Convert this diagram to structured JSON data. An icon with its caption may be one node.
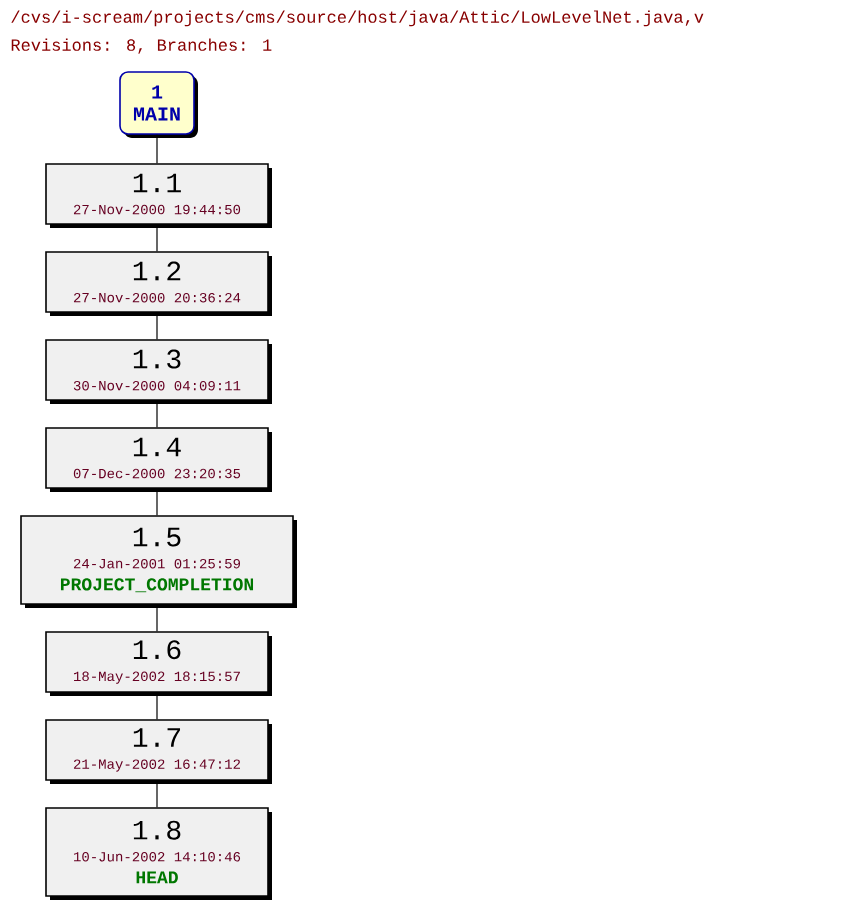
{
  "diagram": {
    "title": "/cvs/i-scream/projects/cms/source/host/java/Attic/LowLevelNet.java,v",
    "caption": "Revisions: 8, Branches: 1",
    "nodes": [
      {
        "text": [
          "1",
          "MAIN"
        ]
      },
      {
        "text": [
          "1.1",
          "27-Nov-2000 19:44:50"
        ]
      },
      {
        "text": [
          "1.2",
          "27-Nov-2000 20:36:24"
        ]
      },
      {
        "text": [
          "1.3",
          "30-Nov-2000 04:09:11"
        ]
      },
      {
        "text": [
          "1.4",
          "07-Dec-2000 23:20:35"
        ]
      },
      {
        "text": [
          "1.5",
          "24-Jan-2001 01:25:59",
          "PROJECT_COMPLETION"
        ]
      },
      {
        "text": [
          "1.6",
          "18-May-2002 18:15:57"
        ]
      },
      {
        "text": [
          "1.7",
          "21-May-2002 16:47:12"
        ]
      },
      {
        "text": [
          "1.8",
          "10-Jun-2002 14:10:46",
          "HEAD"
        ]
      }
    ],
    "edges": [
      {
        "from": 0,
        "to": 1,
        "arrow": "none"
      },
      {
        "from": 1,
        "to": 2,
        "arrow": "none"
      },
      {
        "from": 2,
        "to": 3,
        "arrow": "none"
      },
      {
        "from": 3,
        "to": 4,
        "arrow": "none"
      },
      {
        "from": 4,
        "to": 5,
        "arrow": "none"
      },
      {
        "from": 5,
        "to": 6,
        "arrow": "none"
      },
      {
        "from": 6,
        "to": 7,
        "arrow": "none"
      },
      {
        "from": 7,
        "to": 8,
        "arrow": "none"
      }
    ]
  }
}
